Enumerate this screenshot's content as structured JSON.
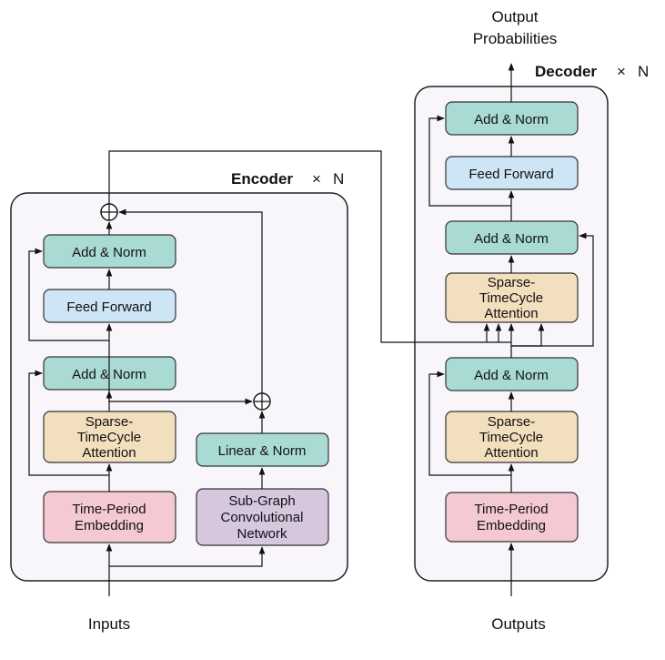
{
  "encoder": {
    "title": "Encoder",
    "repeat_symbol": "×",
    "repeat_count": "N",
    "add_norm_top": "Add & Norm",
    "feed_forward": "Feed Forward",
    "add_norm_bottom": "Add & Norm",
    "attention": [
      "Sparse-",
      "TimeCycle",
      "Attention"
    ],
    "embedding": [
      "Time-Period",
      "Embedding"
    ],
    "linear_norm": "Linear & Norm",
    "sgcn": [
      "Sub-Graph",
      "Convolutional",
      "Network"
    ]
  },
  "decoder": {
    "title": "Decoder",
    "repeat_symbol": "×",
    "repeat_count": "N",
    "add_norm_top": "Add & Norm",
    "feed_forward": "Feed Forward",
    "add_norm_mid": "Add & Norm",
    "cross_attention": [
      "Sparse-",
      "TimeCycle",
      "Attention"
    ],
    "add_norm_bottom": "Add & Norm",
    "self_attention": [
      "Sparse-",
      "TimeCycle",
      "Attention"
    ],
    "embedding": [
      "Time-Period",
      "Embedding"
    ]
  },
  "labels": {
    "inputs": "Inputs",
    "outputs": "Outputs",
    "output_probs": [
      "Output",
      "Probabilities"
    ]
  },
  "colors": {
    "add_norm": "#a9dbd4",
    "feed_forward": "#cde5f5",
    "attention": "#f2dfbd",
    "embedding": "#f4c9d3",
    "sgcn": "#d6c6de"
  }
}
